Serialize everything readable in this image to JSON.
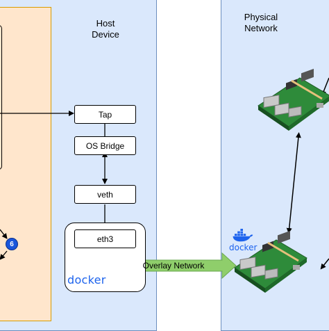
{
  "host": {
    "title": "Host\nDevice"
  },
  "physical": {
    "title": "Physical\nNetwork"
  },
  "boxes": {
    "tap": "Tap",
    "bridge": "OS Bridge",
    "veth": "veth",
    "eth3": "eth3"
  },
  "overlay": {
    "label": "Overlay Network",
    "arrow_color": "#8fce6b"
  },
  "badge": {
    "number": "6"
  },
  "docker": {
    "text": "docker",
    "color": "#1d63ed",
    "icon": "docker-whale-icon"
  },
  "devices": {
    "icon": "raspberry-pi-board-icon"
  },
  "colors": {
    "host_fill": "#dae8fc",
    "host_stroke": "#6c8ebf",
    "orange_fill": "#ffe6cc",
    "orange_stroke": "#d79b00"
  }
}
